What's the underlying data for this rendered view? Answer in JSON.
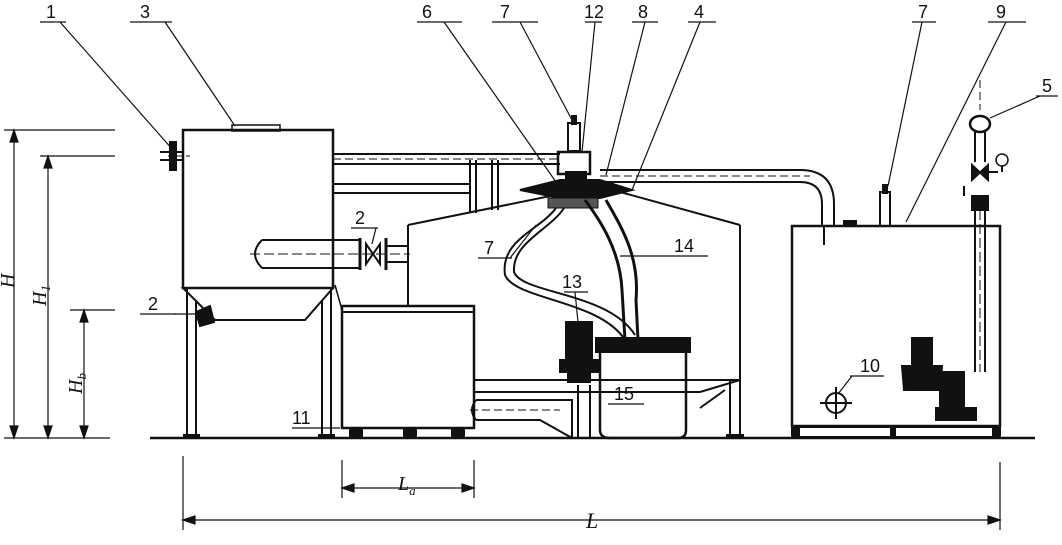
{
  "diagram": {
    "callouts": [
      "1",
      "2",
      "3",
      "2",
      "6",
      "7",
      "12",
      "8",
      "4",
      "7",
      "9",
      "5",
      "7",
      "14",
      "13",
      "15",
      "10",
      "11"
    ],
    "dimensions": {
      "H": "H",
      "H1_main": "H",
      "H1_sub": "1",
      "Hb_main": "H",
      "Hb_sub": "b",
      "La_main": "L",
      "La_sub": "a",
      "L": "L"
    }
  }
}
